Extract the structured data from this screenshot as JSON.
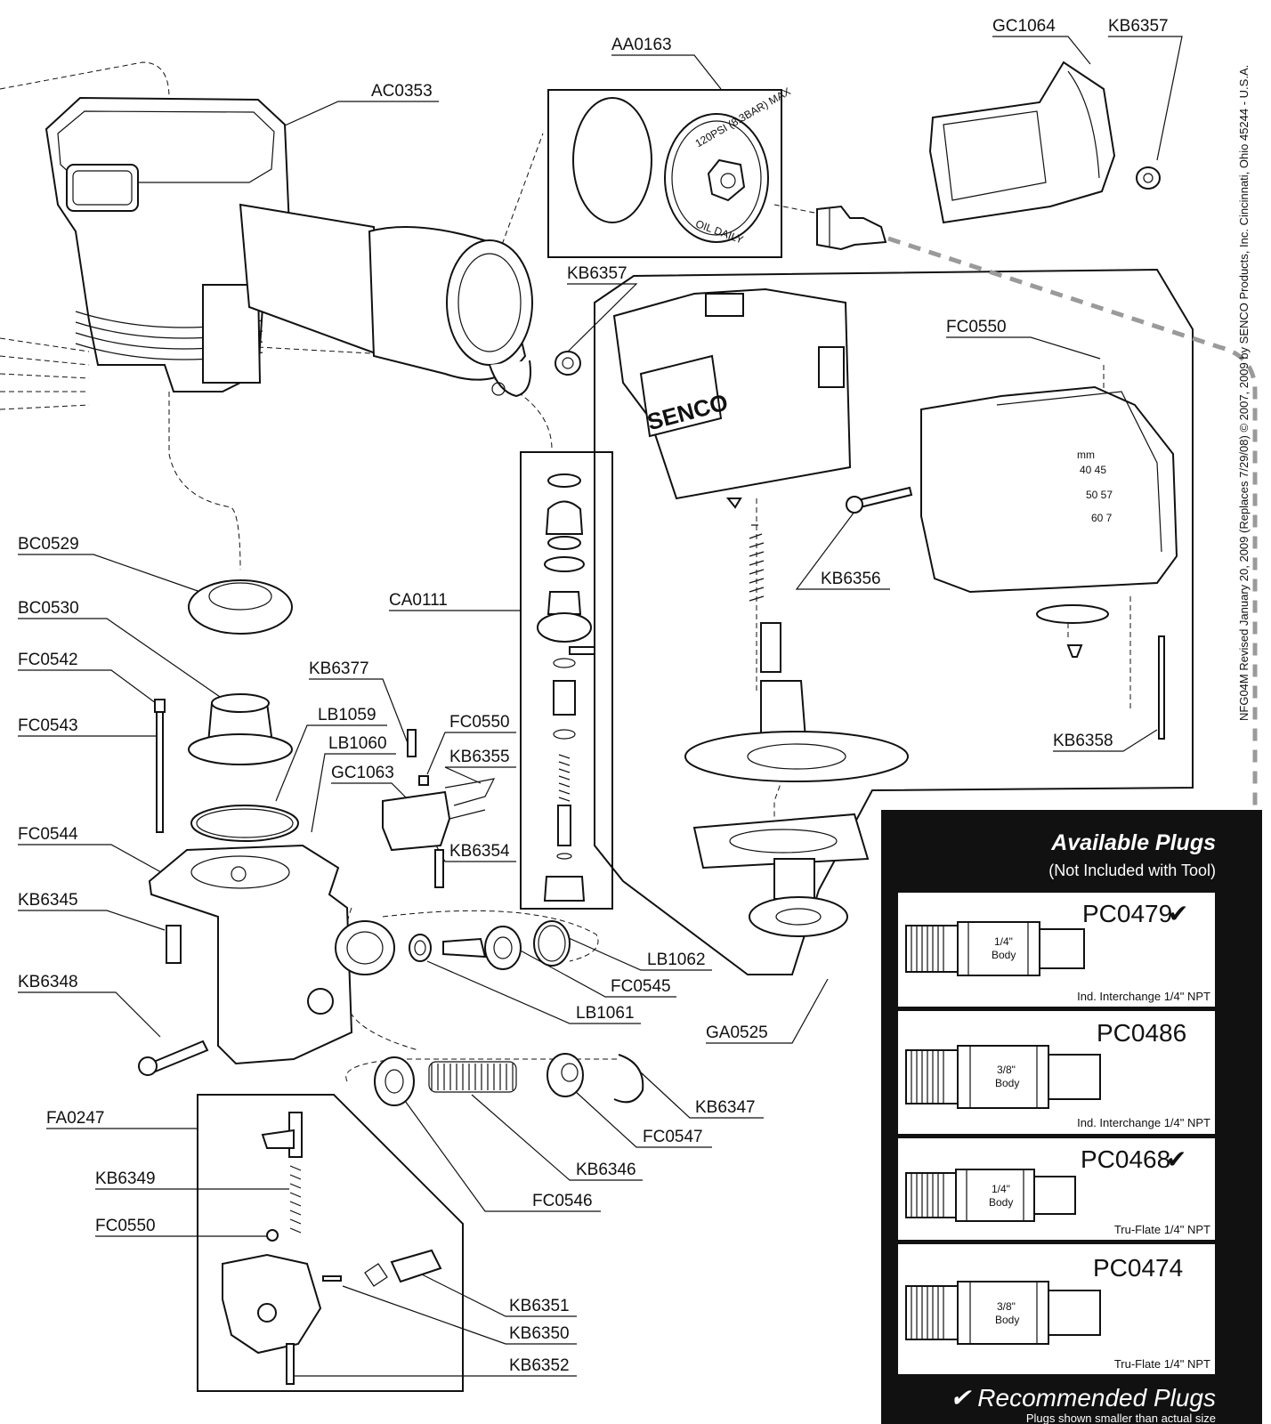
{
  "part_labels": {
    "ac0353": "AC0353",
    "aa0163": "AA0163",
    "gc1064": "GC1064",
    "kb6357_top": "KB6357",
    "kb6357_mid": "KB6357",
    "fc0550_top": "FC0550",
    "kb6356": "KB6356",
    "kb6358": "KB6358",
    "bc0529": "BC0529",
    "bc0530": "BC0530",
    "fc0542": "FC0542",
    "fc0543": "FC0543",
    "fc0544": "FC0544",
    "kb6345": "KB6345",
    "kb6348": "KB6348",
    "kb6377": "KB6377",
    "lb1059": "LB1059",
    "lb1060": "LB1060",
    "gc1063": "GC1063",
    "fc0550_mid": "FC0550",
    "kb6355": "KB6355",
    "kb6354": "KB6354",
    "ca0111": "CA0111",
    "lb1062": "LB1062",
    "fc0545": "FC0545",
    "lb1061": "LB1061",
    "ga0525": "GA0525",
    "kb6347": "KB6347",
    "fc0547": "FC0547",
    "kb6346": "KB6346",
    "fc0546": "FC0546",
    "fa0247": "FA0247",
    "kb6349": "KB6349",
    "fc0550_low": "FC0550",
    "kb6351": "KB6351",
    "kb6350": "KB6350",
    "kb6352": "KB6352"
  },
  "cap_text": {
    "pressure": "120PSI (8.3BAR) MAX",
    "oil": "OIL DAILY"
  },
  "logo_text": "SENCO",
  "depth_scale": {
    "unit": "mm",
    "rows": [
      "40 45",
      "50 57",
      "60 7"
    ]
  },
  "side_text": "NFG04M  Revised January 20, 2009 (Replaces 7/29/08) © 2007, 2009 by SENCO Products, Inc. Cincinnati, Ohio 45244 - U.S.A.",
  "plugs_panel": {
    "title": "Available Plugs",
    "subtitle": "(Not Included with Tool)",
    "plugs": [
      {
        "code": "PC0479",
        "check": "✔",
        "body": [
          "1/4\"",
          "Body"
        ],
        "desc": "Ind. Interchange 1/4\" NPT"
      },
      {
        "code": "PC0486",
        "check": "",
        "body": [
          "3/8\"",
          "Body"
        ],
        "desc": "Ind. Interchange 1/4\" NPT"
      },
      {
        "code": "PC0468",
        "check": "✔",
        "body": [
          "1/4\"",
          "Body"
        ],
        "desc": "Tru-Flate 1/4\" NPT"
      },
      {
        "code": "PC0474",
        "check": "",
        "body": [
          "3/8\"",
          "Body"
        ],
        "desc": "Tru-Flate 1/4\" NPT"
      }
    ],
    "footer_title": "✔ Recommended Plugs",
    "footer_sub": "Plugs shown smaller than actual size"
  }
}
